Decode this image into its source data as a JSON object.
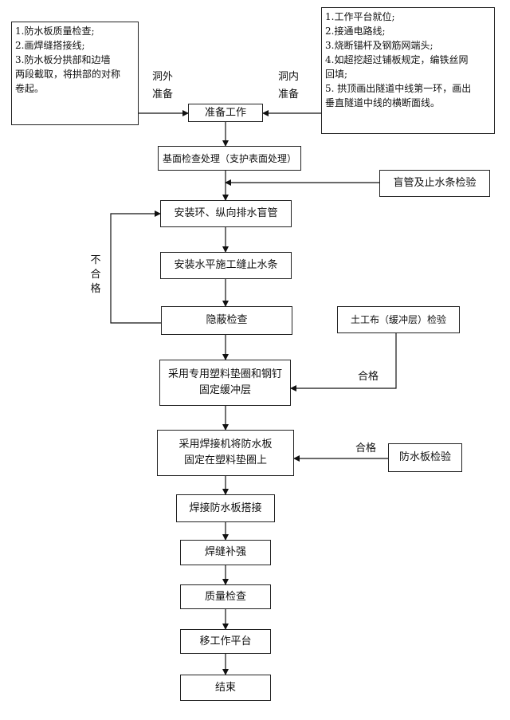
{
  "left_note": {
    "lines": [
      "1.防水板质量检查;",
      "2.画焊缝搭接线;",
      "3.防水板分拱部和边墙",
      "两段截取，将拱部的对称",
      "卷起。"
    ]
  },
  "right_note": {
    "lines": [
      "1.工作平台就位;",
      "2.接通电路线;",
      "3.烧断锚杆及钢筋网端头;",
      "4.如超挖超过铺板规定，编铁丝网",
      "回填;",
      "5. 拱顶画出隧道中线第一环，画出",
      "垂直隧道中线的横断面线。"
    ]
  },
  "labels": {
    "outside_prep_1": "洞外",
    "outside_prep_2": "准备",
    "inside_prep_1": "洞内",
    "inside_prep_2": "准备",
    "fail_1": "不",
    "fail_2": "合",
    "fail_3": "格",
    "pass_1": "合格",
    "pass_2": "合格"
  },
  "steps": {
    "prepare": "准备工作",
    "base_treatment": "基面检查处理（支护表面处理）",
    "install_drain": "安装环、纵向排水盲管",
    "install_waterstop": "安装水平施工缝止水条",
    "concealed_check": "隐蔽检查",
    "fix_cushion_1": "采用专用塑料垫圈和钢钉",
    "fix_cushion_2": "固定缓冲层",
    "fix_membrane_1": "采用焊接机将防水板",
    "fix_membrane_2": "固定在塑料垫圈上",
    "weld_overlap": "焊接防水板搭接",
    "weld_reinforce": "焊缝补强",
    "quality_check": "质量检查",
    "move_platform": "移工作平台",
    "end": "结束"
  },
  "inspections": {
    "drain_inspection": "盲管及止水条检验",
    "geotextile_inspection": "土工布（缓冲层）检验",
    "membrane_inspection": "防水板检验"
  }
}
